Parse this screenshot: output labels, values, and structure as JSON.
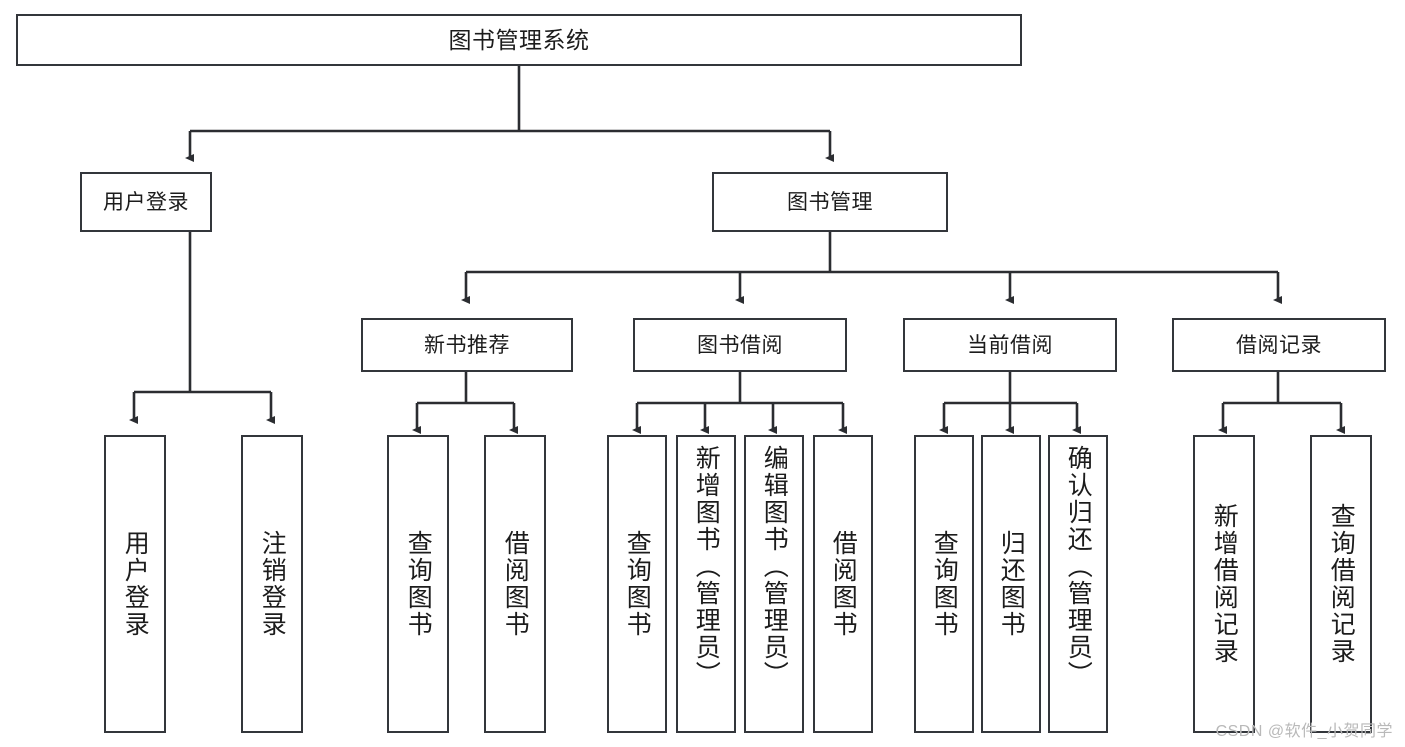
{
  "diagram": {
    "title": "图书管理系统",
    "type": "tree",
    "root": {
      "label": "图书管理系统"
    },
    "level2": [
      {
        "id": "user-login",
        "label": "用户登录"
      },
      {
        "id": "book-manage",
        "label": "图书管理"
      }
    ],
    "level3": [
      {
        "id": "new-book-recommend",
        "label": "新书推荐",
        "parent": "book-manage"
      },
      {
        "id": "book-borrow",
        "label": "图书借阅",
        "parent": "book-manage"
      },
      {
        "id": "current-borrow",
        "label": "当前借阅",
        "parent": "book-manage"
      },
      {
        "id": "borrow-record",
        "label": "借阅记录",
        "parent": "book-manage"
      }
    ],
    "leaves": [
      {
        "id": "leaf-user-login",
        "label": "用户登录",
        "parent": "user-login"
      },
      {
        "id": "leaf-logout-login",
        "label": "注销登录",
        "parent": "user-login"
      },
      {
        "id": "leaf-query-book-1",
        "label": "查询图书",
        "parent": "new-book-recommend"
      },
      {
        "id": "leaf-borrow-book-1",
        "label": "借阅图书",
        "parent": "new-book-recommend"
      },
      {
        "id": "leaf-query-book-2",
        "label": "查询图书",
        "parent": "book-borrow"
      },
      {
        "id": "leaf-add-book-admin",
        "label": "新增图书（管理员）",
        "parent": "book-borrow"
      },
      {
        "id": "leaf-edit-book-admin",
        "label": "编辑图书（管理员）",
        "parent": "book-borrow"
      },
      {
        "id": "leaf-borrow-book-2",
        "label": "借阅图书",
        "parent": "book-borrow"
      },
      {
        "id": "leaf-query-book-3",
        "label": "查询图书",
        "parent": "current-borrow"
      },
      {
        "id": "leaf-return-book",
        "label": "归还图书",
        "parent": "current-borrow"
      },
      {
        "id": "leaf-confirm-return-admin",
        "label": "确认归还（管理员）",
        "parent": "current-borrow"
      },
      {
        "id": "leaf-add-borrow-record",
        "label": "新增借阅记录",
        "parent": "borrow-record"
      },
      {
        "id": "leaf-query-borrow-record",
        "label": "查询借阅记录",
        "parent": "borrow-record"
      }
    ],
    "colors": {
      "border": "#33363b",
      "background": "#ffffff",
      "text": "#1c1c1c",
      "watermark": "#b9b9b9"
    }
  },
  "watermark": {
    "text": "CSDN @软件_小贺同学"
  }
}
